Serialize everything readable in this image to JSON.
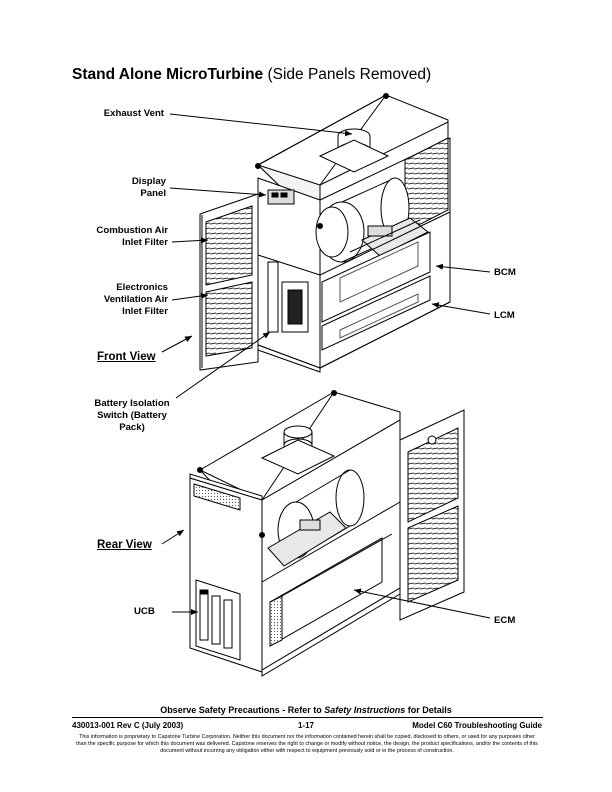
{
  "header": {
    "title_bold": "Stand Alone MicroTurbine",
    "title_rest": " (Side Panels Removed)"
  },
  "callouts": {
    "exhaust_vent": "Exhaust Vent",
    "display_panel": "Display Panel",
    "combustion_filter": "Combustion Air Inlet Filter",
    "electronics_filter": "Electronics Ventilation Air Inlet Filter",
    "front_view": "Front View",
    "battery_switch": "Battery Isolation Switch (Battery Pack)",
    "bcm": "BCM",
    "lcm": "LCM",
    "rear_view": "Rear View",
    "ucb": "UCB",
    "ecm": "ECM"
  },
  "footer": {
    "safety_prefix": "Observe Safety Precautions - Refer to ",
    "safety_emph": "Safety Instructions",
    "safety_suffix": " for Details",
    "doc_number": "430013-001 Rev C (July 2003)",
    "page_number": "1-17",
    "guide_title": "Model C60 Troubleshooting Guide",
    "legal": "This information is proprietary to Capstone Turbine Corporation. Neither this document nor the information contained herein shall be copied, disclosed to others, or used for any purposes other than the specific purpose for which this document was delivered. Capstone reserves the right to change or modify without notice, the design, the product specifications, and/or the contents of this document without incurring any obligation either with respect to equipment previously sold or in the process of construction."
  }
}
